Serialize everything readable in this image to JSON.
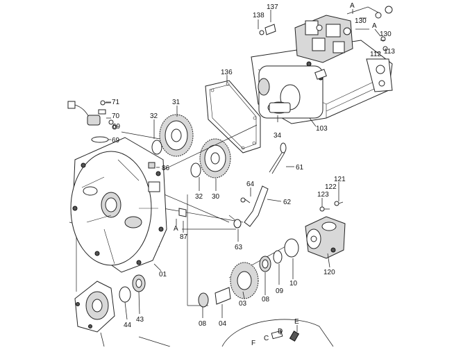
{
  "diagram": {
    "part_numbers": {
      "p137": "137",
      "p138": "138",
      "pA1": "A",
      "p130a": "130",
      "pA2": "A",
      "p130b": "130",
      "p112": "112",
      "p113": "113",
      "p136": "136",
      "p31": "31",
      "p32a": "32",
      "p71": "71",
      "p70": "70",
      "p69b": "69",
      "p69": "69",
      "p86": "86",
      "p34": "34",
      "p103": "103",
      "p61": "61",
      "p32b": "32",
      "p30": "30",
      "p64": "64",
      "p62": "62",
      "p123": "123",
      "p122": "122",
      "p121": "121",
      "pA3": "A",
      "p87": "87",
      "p63": "63",
      "p01": "01",
      "p120": "120",
      "p08a": "08",
      "p09": "09",
      "p10": "10",
      "p44": "44",
      "p43": "43",
      "p03": "03",
      "p08b": "08",
      "p04": "04",
      "pE": "E",
      "pD": "D",
      "pC": "C",
      "pF": "F"
    }
  }
}
